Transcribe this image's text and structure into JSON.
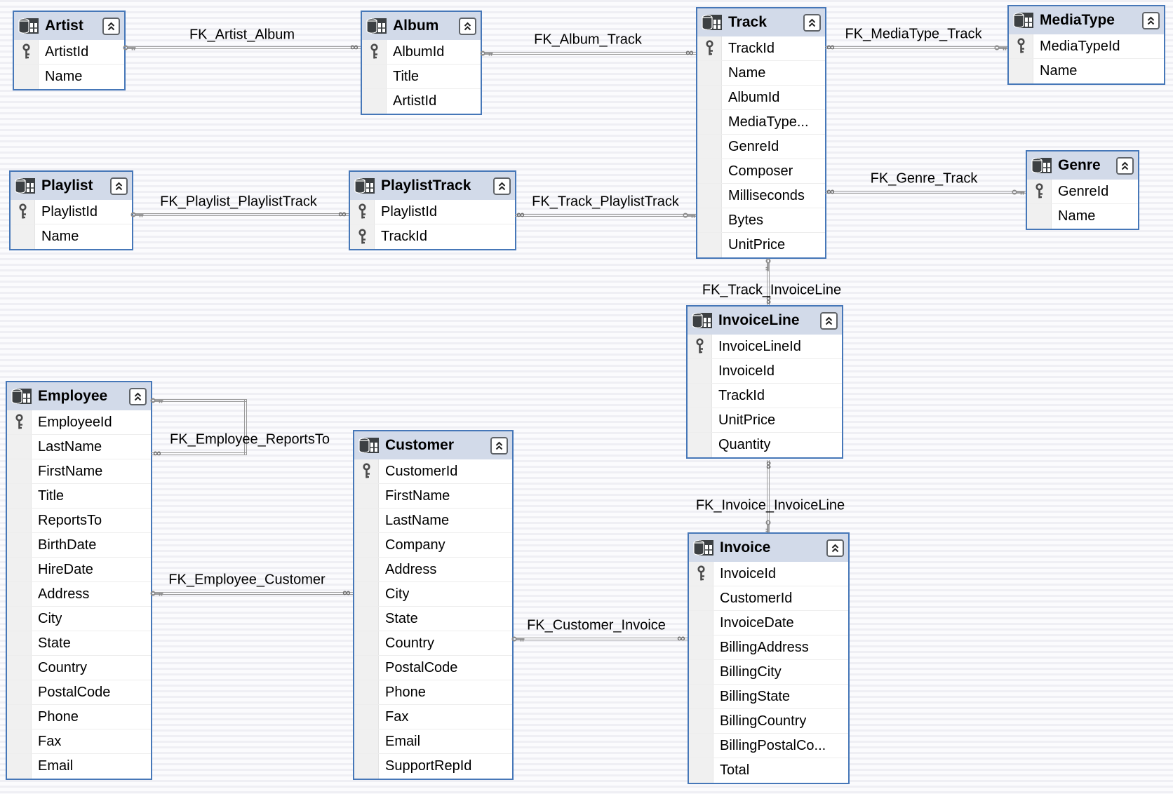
{
  "colors": {
    "table_border": "#4677b8",
    "header_background": "#d2dae9",
    "gutter_background": "#f0f0f0",
    "connector_line": "#9c9c9c",
    "text": "#000000",
    "canvas_stripe": "#efeff4"
  },
  "symbols": {
    "many": "∞"
  },
  "tables": [
    {
      "name": "Artist",
      "columns": [
        {
          "name": "ArtistId",
          "pk": true
        },
        {
          "name": "Name",
          "pk": false
        }
      ]
    },
    {
      "name": "Album",
      "columns": [
        {
          "name": "AlbumId",
          "pk": true
        },
        {
          "name": "Title",
          "pk": false
        },
        {
          "name": "ArtistId",
          "pk": false
        }
      ]
    },
    {
      "name": "Track",
      "columns": [
        {
          "name": "TrackId",
          "pk": true
        },
        {
          "name": "Name",
          "pk": false
        },
        {
          "name": "AlbumId",
          "pk": false
        },
        {
          "name": "MediaType...",
          "pk": false
        },
        {
          "name": "GenreId",
          "pk": false
        },
        {
          "name": "Composer",
          "pk": false
        },
        {
          "name": "Milliseconds",
          "pk": false
        },
        {
          "name": "Bytes",
          "pk": false
        },
        {
          "name": "UnitPrice",
          "pk": false
        }
      ]
    },
    {
      "name": "MediaType",
      "columns": [
        {
          "name": "MediaTypeId",
          "pk": true
        },
        {
          "name": "Name",
          "pk": false
        }
      ]
    },
    {
      "name": "Genre",
      "columns": [
        {
          "name": "GenreId",
          "pk": true
        },
        {
          "name": "Name",
          "pk": false
        }
      ]
    },
    {
      "name": "Playlist",
      "columns": [
        {
          "name": "PlaylistId",
          "pk": true
        },
        {
          "name": "Name",
          "pk": false
        }
      ]
    },
    {
      "name": "PlaylistTrack",
      "columns": [
        {
          "name": "PlaylistId",
          "pk": true
        },
        {
          "name": "TrackId",
          "pk": true
        }
      ]
    },
    {
      "name": "Employee",
      "columns": [
        {
          "name": "EmployeeId",
          "pk": true
        },
        {
          "name": "LastName",
          "pk": false
        },
        {
          "name": "FirstName",
          "pk": false
        },
        {
          "name": "Title",
          "pk": false
        },
        {
          "name": "ReportsTo",
          "pk": false
        },
        {
          "name": "BirthDate",
          "pk": false
        },
        {
          "name": "HireDate",
          "pk": false
        },
        {
          "name": "Address",
          "pk": false
        },
        {
          "name": "City",
          "pk": false
        },
        {
          "name": "State",
          "pk": false
        },
        {
          "name": "Country",
          "pk": false
        },
        {
          "name": "PostalCode",
          "pk": false
        },
        {
          "name": "Phone",
          "pk": false
        },
        {
          "name": "Fax",
          "pk": false
        },
        {
          "name": "Email",
          "pk": false
        }
      ]
    },
    {
      "name": "Customer",
      "columns": [
        {
          "name": "CustomerId",
          "pk": true
        },
        {
          "name": "FirstName",
          "pk": false
        },
        {
          "name": "LastName",
          "pk": false
        },
        {
          "name": "Company",
          "pk": false
        },
        {
          "name": "Address",
          "pk": false
        },
        {
          "name": "City",
          "pk": false
        },
        {
          "name": "State",
          "pk": false
        },
        {
          "name": "Country",
          "pk": false
        },
        {
          "name": "PostalCode",
          "pk": false
        },
        {
          "name": "Phone",
          "pk": false
        },
        {
          "name": "Fax",
          "pk": false
        },
        {
          "name": "Email",
          "pk": false
        },
        {
          "name": "SupportRepId",
          "pk": false
        }
      ]
    },
    {
      "name": "InvoiceLine",
      "columns": [
        {
          "name": "InvoiceLineId",
          "pk": true
        },
        {
          "name": "InvoiceId",
          "pk": false
        },
        {
          "name": "TrackId",
          "pk": false
        },
        {
          "name": "UnitPrice",
          "pk": false
        },
        {
          "name": "Quantity",
          "pk": false
        }
      ]
    },
    {
      "name": "Invoice",
      "columns": [
        {
          "name": "InvoiceId",
          "pk": true
        },
        {
          "name": "CustomerId",
          "pk": false
        },
        {
          "name": "InvoiceDate",
          "pk": false
        },
        {
          "name": "BillingAddress",
          "pk": false
        },
        {
          "name": "BillingCity",
          "pk": false
        },
        {
          "name": "BillingState",
          "pk": false
        },
        {
          "name": "BillingCountry",
          "pk": false
        },
        {
          "name": "BillingPostalCo...",
          "pk": false
        },
        {
          "name": "Total",
          "pk": false
        }
      ]
    }
  ],
  "relationships": [
    {
      "name": "FK_Artist_Album",
      "one_side": "Artist",
      "many_side": "Album"
    },
    {
      "name": "FK_Album_Track",
      "one_side": "Album",
      "many_side": "Track"
    },
    {
      "name": "FK_MediaType_Track",
      "one_side": "MediaType",
      "many_side": "Track"
    },
    {
      "name": "FK_Genre_Track",
      "one_side": "Genre",
      "many_side": "Track"
    },
    {
      "name": "FK_Playlist_PlaylistTrack",
      "one_side": "Playlist",
      "many_side": "PlaylistTrack"
    },
    {
      "name": "FK_Track_PlaylistTrack",
      "one_side": "Track",
      "many_side": "PlaylistTrack"
    },
    {
      "name": "FK_Track_InvoiceLine",
      "one_side": "Track",
      "many_side": "InvoiceLine"
    },
    {
      "name": "FK_Invoice_InvoiceLine",
      "one_side": "Invoice",
      "many_side": "InvoiceLine"
    },
    {
      "name": "FK_Customer_Invoice",
      "one_side": "Customer",
      "many_side": "Invoice"
    },
    {
      "name": "FK_Employee_Customer",
      "one_side": "Employee",
      "many_side": "Customer"
    },
    {
      "name": "FK_Employee_ReportsTo",
      "one_side": "Employee",
      "many_side": "Employee"
    }
  ]
}
